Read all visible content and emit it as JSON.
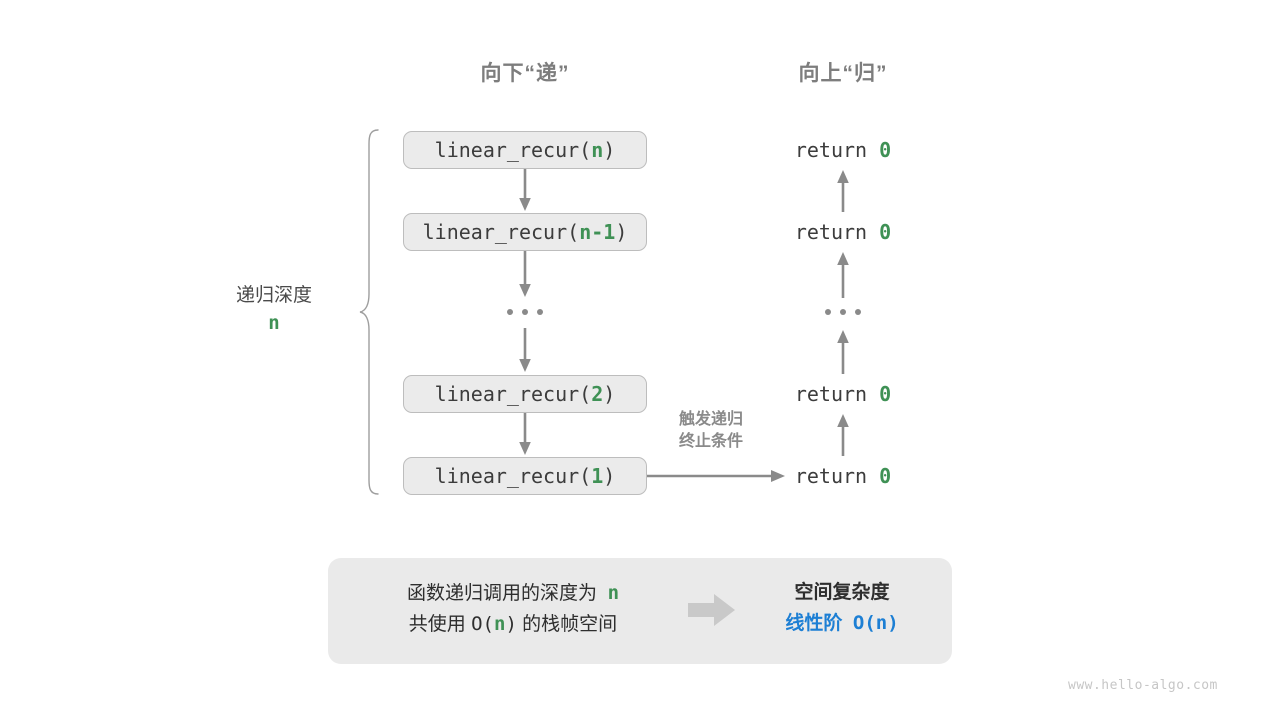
{
  "headers": {
    "down": "向下“递”",
    "up": "向上“归”"
  },
  "depth": {
    "label": "递归深度",
    "value": "n"
  },
  "calls": [
    {
      "name": "linear_recur(",
      "arg": "n",
      "close": ")"
    },
    {
      "name": "linear_recur(",
      "arg": "n-1",
      "close": ")"
    },
    {
      "name": "linear_recur(",
      "arg": "2",
      "close": ")"
    },
    {
      "name": "linear_recur(",
      "arg": "1",
      "close": ")"
    }
  ],
  "returns": [
    {
      "keyword": "return",
      "value": "0"
    },
    {
      "keyword": "return",
      "value": "0"
    },
    {
      "keyword": "return",
      "value": "0"
    },
    {
      "keyword": "return",
      "value": "0"
    }
  ],
  "trigger_note": {
    "line1": "触发递归",
    "line2": "终止条件"
  },
  "ellipsis": "…",
  "summary": {
    "left_line1_prefix": "函数递归调用的深度为",
    "left_line1_var": "n",
    "left_line2_prefix": "共使用",
    "left_line2_big_o": "O(",
    "left_line2_var": "n",
    "left_line2_close": ")",
    "left_line2_suffix": "的栈帧空间",
    "right_title": "空间复杂度",
    "right_value_text": "线性阶",
    "right_value_code": "O(n)"
  },
  "watermark": "www.hello-algo.com",
  "colors": {
    "green": "#3f9155",
    "blue": "#1d7fd4",
    "gray_line": "#8a8a8a",
    "box_fill": "#ebebeb",
    "box_border": "#bdbdbd",
    "panel_fill": "#eaeaea",
    "header_text": "#7d7d7d",
    "body_text": "#2e2e2e"
  }
}
